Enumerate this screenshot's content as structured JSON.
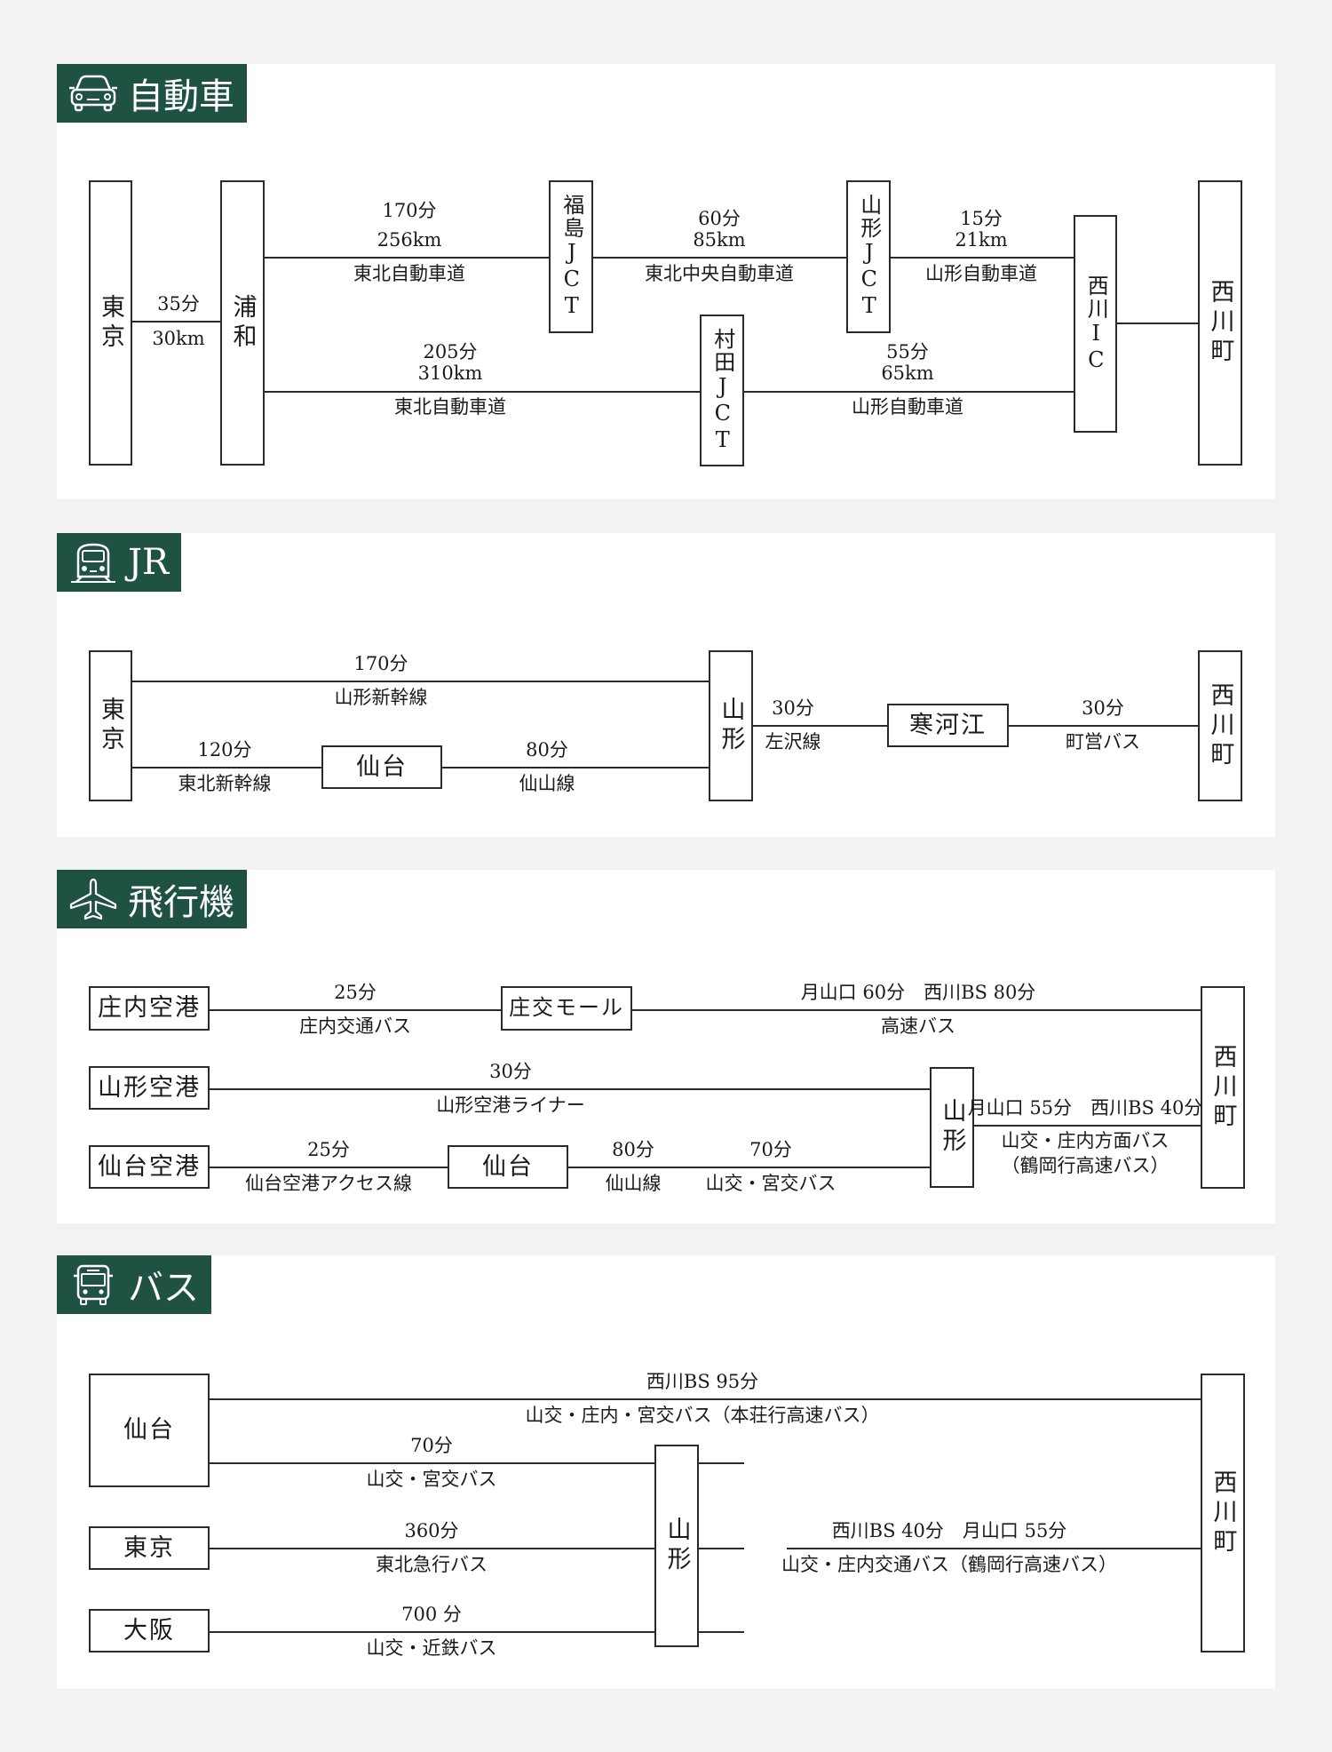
{
  "colors": {
    "tag_background": "#1f5242",
    "tag_text": "#ffffff",
    "line": "#2a2a2a"
  },
  "car": {
    "title": "自動車",
    "icon": "car-icon",
    "nodes": {
      "tokyo": "東京",
      "urawa": "浦和",
      "fukushima_jct": "福島JCT",
      "yamagata_jct": "山形JCT",
      "murata_jct": "村田JCT",
      "nishikawa_ic": "西川IC",
      "nishikawa": "西川町"
    },
    "segments": {
      "tokyo_urawa": {
        "time": "35分",
        "distance": "30km"
      },
      "urawa_fukushima": {
        "time": "170分",
        "distance": "256km",
        "road": "東北自動車道"
      },
      "fukushima_yamagata": {
        "time": "60分",
        "distance": "85km",
        "road": "東北中央自動車道"
      },
      "yamagata_ic": {
        "time": "15分",
        "distance": "21km",
        "road": "山形自動車道"
      },
      "urawa_murata": {
        "time": "205分",
        "distance": "310km",
        "road": "東北自動車道"
      },
      "murata_ic": {
        "time": "55分",
        "distance": "65km",
        "road": "山形自動車道"
      }
    }
  },
  "jr": {
    "title": "JR",
    "icon": "train-icon",
    "nodes": {
      "tokyo": "東京",
      "yamagata": "山形",
      "sendai": "仙台",
      "sagae": "寒河江",
      "nishikawa": "西川町"
    },
    "segments": {
      "tokyo_yamagata": {
        "time": "170分",
        "line": "山形新幹線"
      },
      "tokyo_sendai": {
        "time": "120分",
        "line": "東北新幹線"
      },
      "sendai_yamagata": {
        "time": "80分",
        "line": "仙山線"
      },
      "yamagata_sagae": {
        "time": "30分",
        "line": "左沢線"
      },
      "sagae_nishikawa": {
        "time": "30分",
        "line": "町営バス"
      }
    }
  },
  "plane": {
    "title": "飛行機",
    "icon": "airplane-icon",
    "nodes": {
      "shonai_airport": "庄内空港",
      "shoko_mall": "庄交モール",
      "yamagata_airport": "山形空港",
      "sendai_airport": "仙台空港",
      "sendai": "仙台",
      "yamagata": "山形",
      "nishikawa": "西川町"
    },
    "segments": {
      "shonai_mall": {
        "time": "25分",
        "line": "庄内交通バス"
      },
      "mall_nishikawa": {
        "time": "月山口 60分　西川BS 80分",
        "line": "高速バス"
      },
      "yamagata_airport_yamagata": {
        "time": "30分",
        "line": "山形空港ライナー"
      },
      "sendai_airport_sendai": {
        "time": "25分",
        "line": "仙台空港アクセス線"
      },
      "sendai_mid": {
        "time": "80分",
        "line": "仙山線"
      },
      "sendai_yamagata": {
        "time": "70分",
        "line": "山交・宮交バス"
      },
      "yamagata_nishikawa": {
        "time": "月山口 55分　西川BS 40分",
        "line": "山交・庄内方面バス",
        "note": "（鶴岡行高速バス）"
      }
    }
  },
  "bus": {
    "title": "バス",
    "icon": "bus-icon",
    "nodes": {
      "sendai": "仙台",
      "tokyo": "東京",
      "osaka": "大阪",
      "yamagata": "山形",
      "nishikawa": "西川町"
    },
    "segments": {
      "sendai_nishikawa": {
        "time": "西川BS 95分",
        "line": "山交・庄内・宮交バス（本荘行高速バス）"
      },
      "sendai_yamagata": {
        "time": "70分",
        "line": "山交・宮交バス"
      },
      "tokyo_yamagata": {
        "time": "360分",
        "line": "東北急行バス"
      },
      "osaka_yamagata": {
        "time": "700 分",
        "line": "山交・近鉄バス"
      },
      "yamagata_nishikawa": {
        "time": "西川BS 40分　月山口 55分",
        "line": "山交・庄内交通バス（鶴岡行高速バス）"
      }
    }
  }
}
